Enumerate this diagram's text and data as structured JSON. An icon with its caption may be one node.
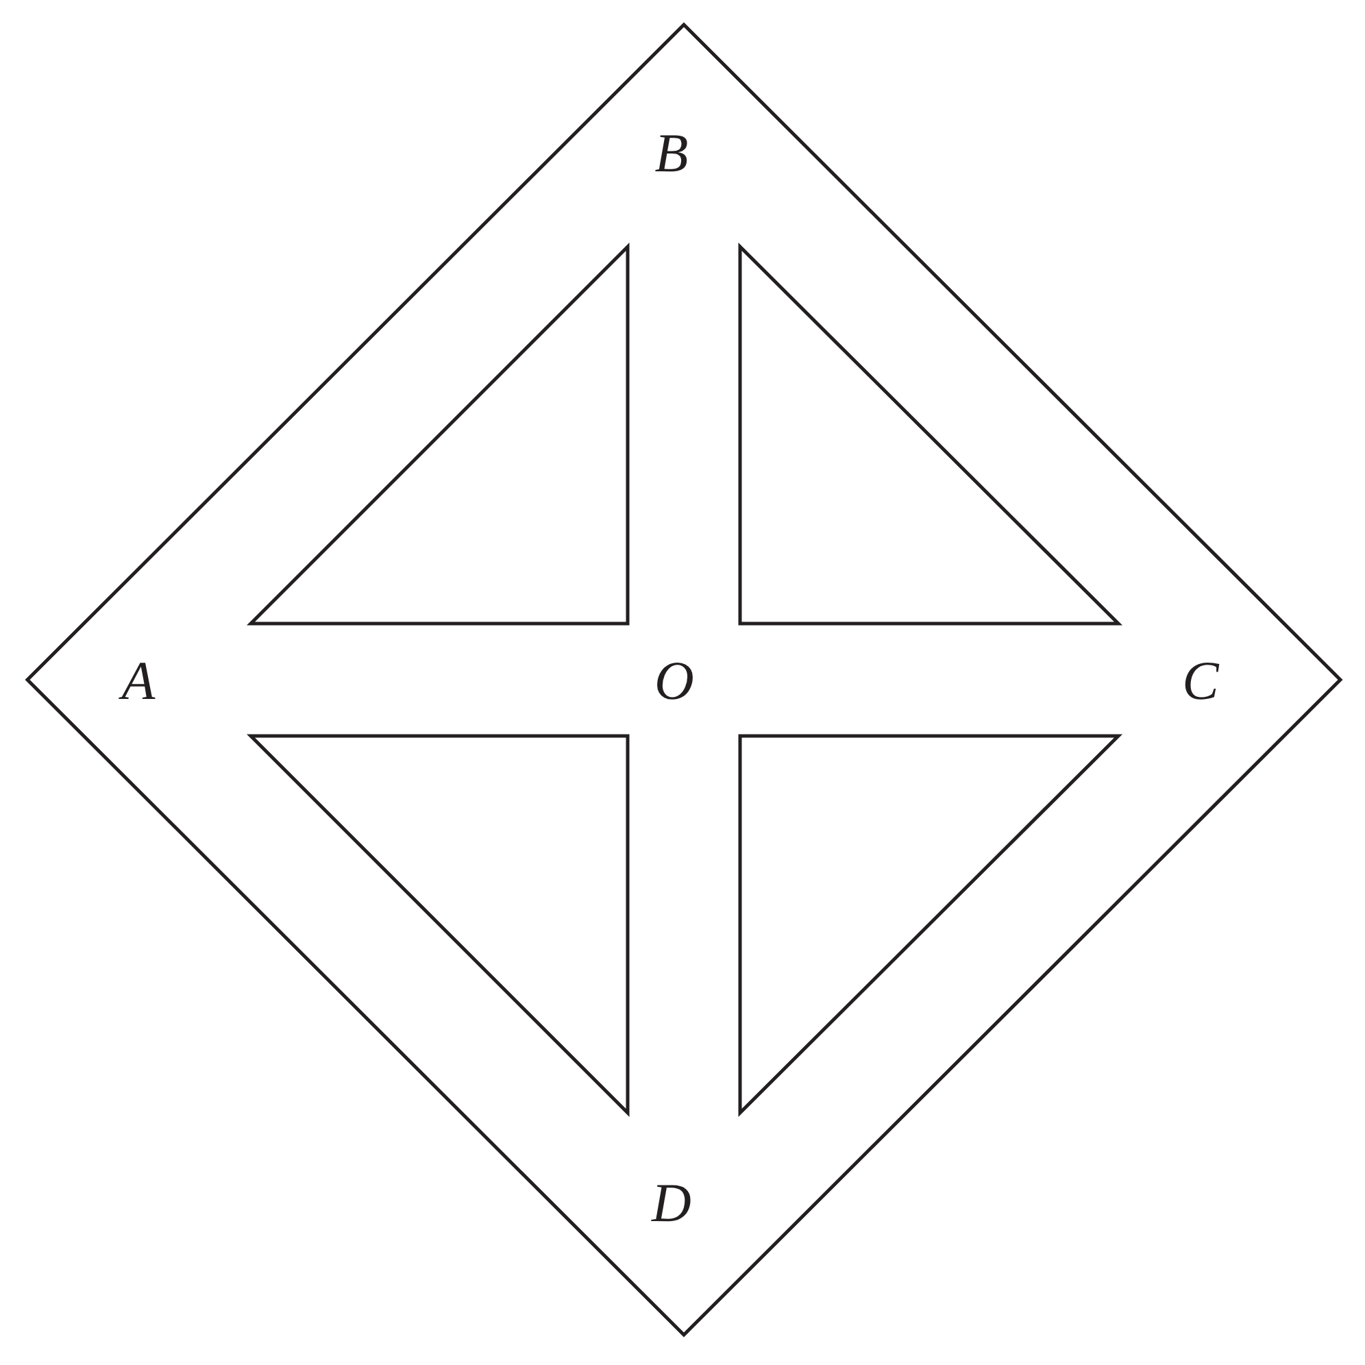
{
  "diagram": {
    "labels": [
      "B",
      "A",
      "O",
      "C",
      "D"
    ]
  }
}
